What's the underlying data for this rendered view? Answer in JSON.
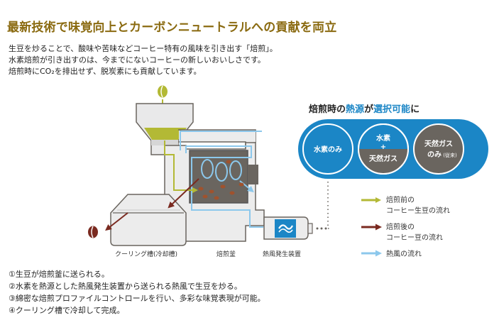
{
  "title": "最新技術で味覚向上とカーボンニュートラルへの貢献を両立",
  "intro_lines": [
    "生豆を炒ることで、酸味や苦味などコーヒー特有の風味を引き出す「焙煎」。",
    "水素焙煎が引き出すのは、今までにないコーヒーの新しいおいしさです。",
    "焙煎時にCO₂を排出せず、脱炭素にも貢献しています。"
  ],
  "heat_heading": {
    "prefix": "焙煎時の",
    "accent1": "熱源",
    "middle": "が",
    "accent2": "選択可能",
    "suffix": "に"
  },
  "heat_options": {
    "hydrogen_only": "水素のみ",
    "mix_top": "水素",
    "mix_plus": "+",
    "mix_bottom": "天然ガス",
    "gas_line1": "天然ガス",
    "gas_line2": "のみ",
    "gas_note": "(従来)"
  },
  "legend": [
    {
      "line1": "焙煎前の",
      "line2": "コーヒー生豆の流れ",
      "color": "#b3b935"
    },
    {
      "line1": "焙煎後の",
      "line2": "コーヒー豆の流れ",
      "color": "#7a2a20"
    },
    {
      "line1": "熱風の流れ",
      "line2": "",
      "color": "#8cc8ec"
    }
  ],
  "labels": {
    "cooling": "クーリング槽(冷却槽)",
    "roaster": "焙煎釜",
    "hot_air": "熱風発生装置"
  },
  "steps": [
    "①生豆が焙煎釜に送られる。",
    "②水素を熱源とした熱風発生装置から送られる熱風で生豆を炒る。",
    "③綿密な焙煎プロファイルコントロールを行い、多彩な味覚表現が可能。",
    "④クーリング槽で冷却して完成。"
  ],
  "colors": {
    "accent_blue": "#1b86c6",
    "title_brown": "#8a6a10",
    "green_bean": "#b3b935",
    "roasted": "#7a2a20",
    "hot_air": "#8cc8ec",
    "gray": "#6a655f"
  }
}
